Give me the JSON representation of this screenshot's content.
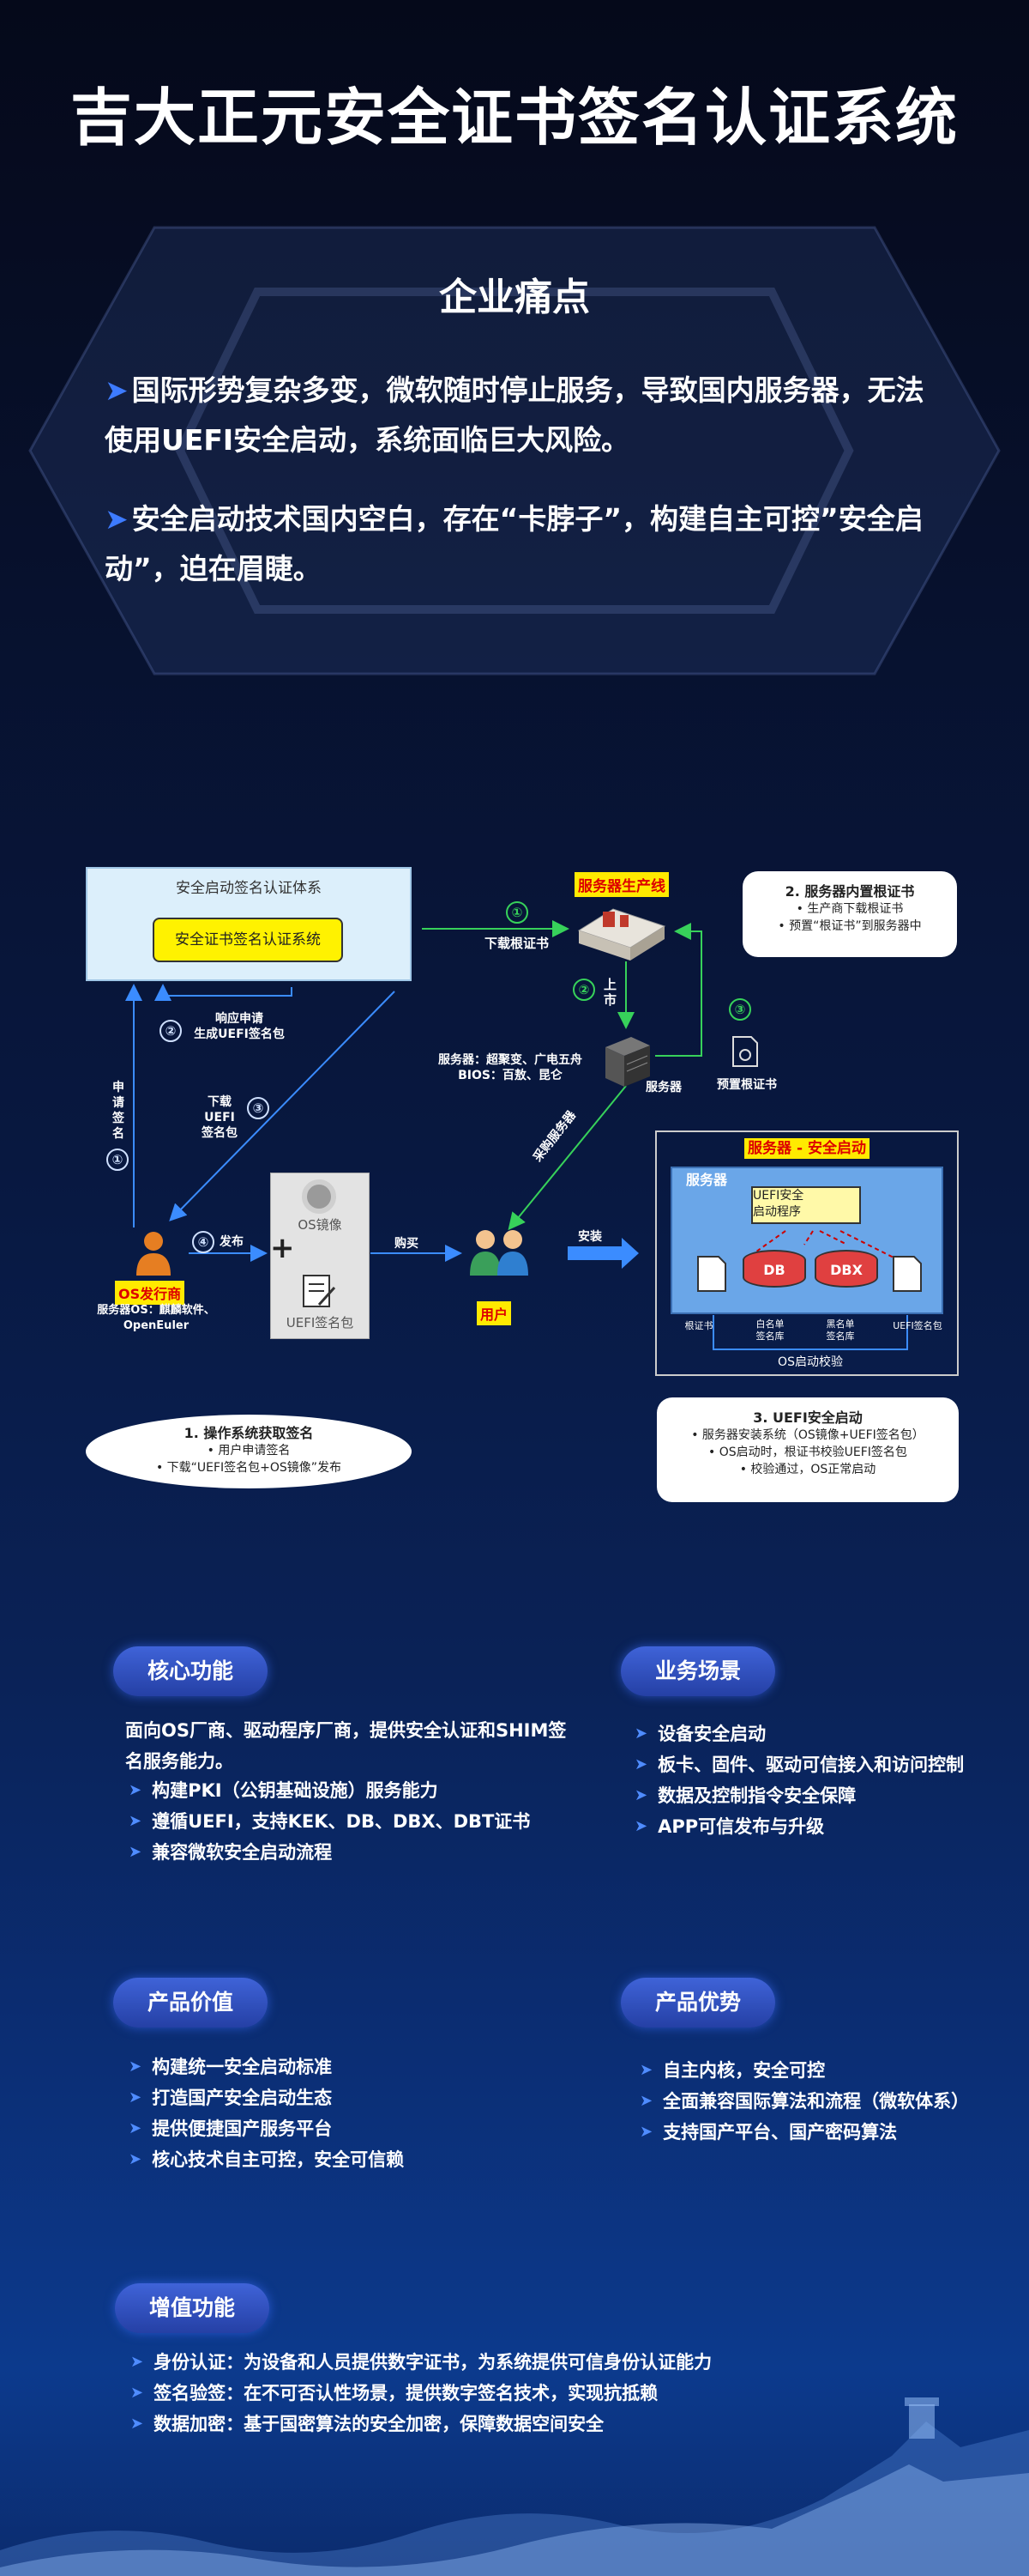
{
  "title": "吉大正元安全证书签名认证系统",
  "pain": {
    "heading": "企业痛点",
    "items": [
      "国际形势复杂多变，微软随时停止服务，导致国内服务器，无法使用UEFI安全启动，系统面临巨大风险。",
      "安全启动技术国内空白，存在“卡脖子”，构建自主可控”安全启动”，迫在眉睫。"
    ]
  },
  "diagram": {
    "system_box_title": "安全启动签名认证体系",
    "system_inner": "安全证书签名认证系统",
    "factory_tag": "服务器生产线",
    "bubble_top": {
      "title": "2. 服务器内置根证书",
      "lines": [
        "• 生产商下载根证书",
        "• 预置“根证书”到服务器中"
      ]
    },
    "step1_num": "①",
    "step1_label": "下载根证书",
    "step2_num": "②",
    "step3_num": "③",
    "step3_label": "上\n市",
    "server_info": "服务器：超聚变、广电五舟\nBIOS：百敖、昆仑",
    "server_label": "服务器",
    "preset_label": "预置根证书",
    "resp_num": "②",
    "resp_label": "响应申请\n生成UEFI签名包",
    "download_num": "③",
    "download_label": "下载\nUEFI\n签名包",
    "apply_num": "①",
    "apply_label": "申\n请\n签\n名",
    "release_num": "④",
    "release_label": "发布",
    "os_publisher_tag": "OS发行商",
    "os_publisher_desc": "服务器OS：麒麟软件、\nOpenEuler",
    "os_image": "OS镜像",
    "plus": "+",
    "uefi_pack": "UEFI签名包",
    "buy_label": "购买",
    "user_tag": "用户",
    "purchase_label": "采购服务器",
    "install_label": "安装",
    "boot_title": "服务器 - 安全启动",
    "boot_server": "服务器",
    "boot_uefi": "UEFI安全\n启动程序",
    "db": "DB",
    "dbx": "DBX",
    "cert_labels": [
      "根证书",
      "白名单\n签名库",
      "黑名单\n签名库",
      "UEFI签名包"
    ],
    "os_verify": "OS启动校验",
    "bubble_left": {
      "title": "1. 操作系统获取签名",
      "lines": [
        "• 用户申请签名",
        "• 下载“UEFI签名包+OS镜像”发布"
      ]
    },
    "bubble_right": {
      "title": "3. UEFI安全启动",
      "lines": [
        "• 服务器安装系统（OS镜像+UEFI签名包）",
        "• OS启动时，根证书校验UEFI签名包",
        "• 校验通过，OS正常启动"
      ]
    }
  },
  "core": {
    "label": "核心功能",
    "intro": "面向OS厂商、驱动程序厂商，提供安全认证和SHIM签名服务能力。",
    "items": [
      "构建PKI（公钥基础设施）服务能力",
      "遵循UEFI，支持KEK、DB、DBX、DBT证书",
      "兼容微软安全启动流程"
    ]
  },
  "scene": {
    "label": "业务场景",
    "items": [
      "设备安全启动",
      "板卡、固件、驱动可信接入和访问控制",
      "数据及控制指令安全保障",
      "APP可信发布与升级"
    ]
  },
  "value": {
    "label": "产品价值",
    "items": [
      "构建统一安全启动标准",
      "打造国产安全启动生态",
      "提供便捷国产服务平台",
      "核心技术自主可控，安全可信赖"
    ]
  },
  "advantage": {
    "label": "产品优势",
    "items": [
      "自主内核，安全可控",
      "全面兼容国际算法和流程（微软体系）",
      "支持国产平台、国产密码算法"
    ]
  },
  "added": {
    "label": "增值功能",
    "items": [
      "身份认证：为设备和人员提供数字证书，为系统提供可信身份认证能力",
      "签名验签：在不可否认性场景，提供数字签名技术，实现抗抵赖",
      "数据加密：基于国密算法的安全加密，保障数据空间安全"
    ]
  }
}
